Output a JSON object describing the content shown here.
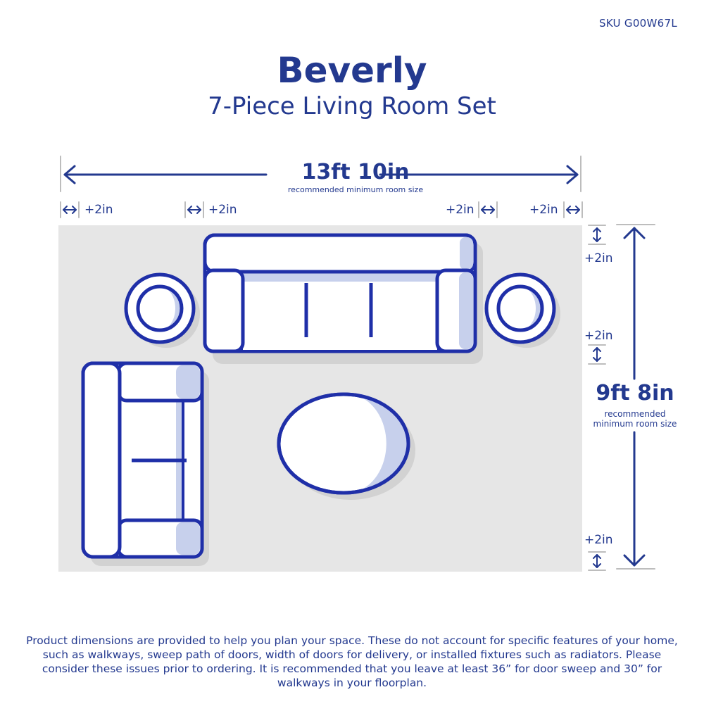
{
  "header": {
    "sku": "SKU G00W67L",
    "title": "Beverly",
    "subtitle": "7-Piece Living Room Set"
  },
  "width_dimension": {
    "value": "13ft 10in",
    "note": "recommended minimum room size"
  },
  "height_dimension": {
    "value": "9ft 8in",
    "note": "recommended\nminimum room size"
  },
  "clearances": {
    "top_1": "+2in",
    "top_2": "+2in",
    "top_3": "+2in",
    "top_4": "+2in",
    "right_1": "+2in",
    "right_2": "+2in",
    "right_3": "+2in"
  },
  "disclaimer": "Product dimensions are provided to help you plan your space. These do not account for specific features of your home, such as walkways, sweep path of doors, width of doors for delivery, or installed fixtures such as radiators. Please consider these issues prior to ordering. It is recommended that you leave at least 36” for door sweep and 30” for walkways in your floorplan.",
  "colors": {
    "navy": "#23398f",
    "stroke": "#1f2fa8",
    "floor": "#e6e6e6",
    "shadow": "#d2d2d2",
    "accent": "#c7d0ec"
  }
}
